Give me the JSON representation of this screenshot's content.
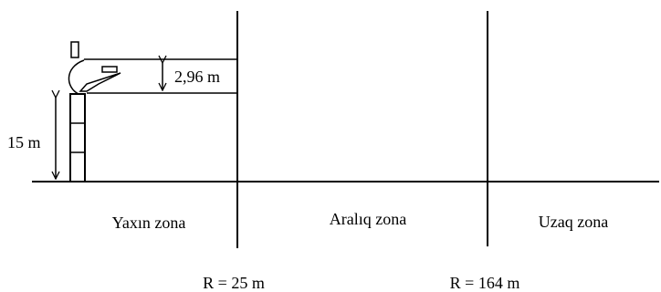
{
  "labels": {
    "height_small": "2,96 m",
    "height_tower": "15 m",
    "zone_near": "Yaxın zona",
    "zone_mid": "Aralıq zona",
    "zone_far": "Uzaq zona",
    "radius_1": "R = 25 m",
    "radius_2": "R = 164 m"
  },
  "colors": {
    "ink": "#000000",
    "background": "#ffffff"
  }
}
